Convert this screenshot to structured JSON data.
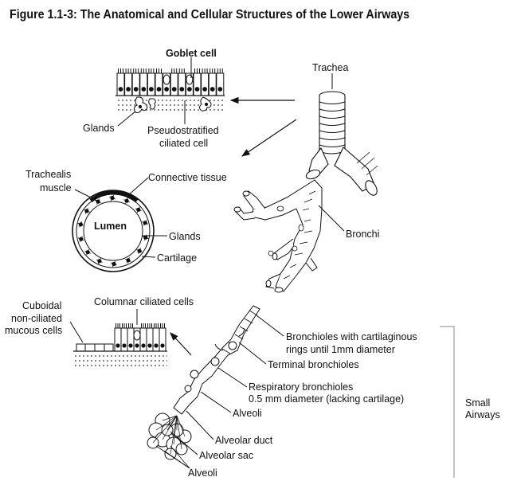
{
  "title": "Figure 1.1-3:  The Anatomical and Cellular Structures of the Lower Airways",
  "labels": {
    "goblet_cell": "Goblet cell",
    "glands_top": "Glands",
    "pseudo_1": "Pseudostratified",
    "pseudo_2": "ciliated cell",
    "trachea": "Trachea",
    "trachealis_1": "Trachealis",
    "trachealis_2": "muscle",
    "connective": "Connective tissue",
    "lumen": "Lumen",
    "glands_ring": "Glands",
    "cartilage": "Cartilage",
    "bronchi": "Bronchi",
    "columnar": "Columnar ciliated cells",
    "cuboidal_1": "Cuboidal",
    "cuboidal_2": "non-ciliated",
    "cuboidal_3": "mucous cells",
    "bronchioles_1": "Bronchioles with cartilaginous",
    "bronchioles_2": "rings until 1mm diameter",
    "terminal": "Terminal bronchioles",
    "resp_1": "Respiratory bronchioles",
    "resp_2": "0.5 mm diameter (lacking cartilage)",
    "alveoli_mid": "Alveoli",
    "alveolar_duct": "Alveolar duct",
    "alveolar_sac": "Alveolar sac",
    "alveoli_bottom": "Alveoli",
    "small_1": "Small",
    "small_2": "Airways"
  }
}
